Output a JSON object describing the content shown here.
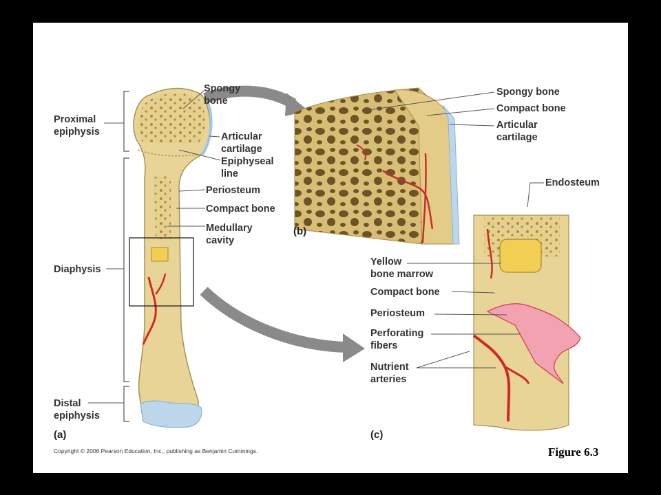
{
  "figure_label": "Figure 6.3",
  "copyright": "Copyright © 2006 Pearson Education, Inc., publishing as Benjamin Cummings.",
  "panels": {
    "a": "(a)",
    "b": "(b)",
    "c": "(c)"
  },
  "labels_a": {
    "spongy_bone": "Spongy\nbone",
    "proximal_epiphysis": "Proximal\nepiphysis",
    "articular_cartilage": "Articular\ncartilage",
    "epiphyseal_line": "Epiphyseal\nline",
    "periosteum": "Periosteum",
    "compact_bone": "Compact bone",
    "medullary_cavity": "Medullary\ncavity",
    "diaphysis": "Diaphysis",
    "distal_epiphysis": "Distal\nepiphysis"
  },
  "labels_b": {
    "spongy_bone": "Spongy bone",
    "compact_bone": "Compact bone",
    "articular_cartilage": "Articular\ncartilage"
  },
  "labels_c": {
    "endosteum": "Endosteum",
    "yellow_bone_marrow": "Yellow\nbone marrow",
    "compact_bone": "Compact bone",
    "periosteum": "Periosteum",
    "perforating_fibers": "Perforating\nfibers",
    "nutrient_arteries": "Nutrient\narteries"
  },
  "colors": {
    "bone": "#e8d497",
    "bone_dark": "#c9ad5f",
    "cartilage": "#bcd7ec",
    "artery": "#cc2a2a",
    "arrow": "#8a8a8a",
    "marrow": "#f2cf52"
  }
}
